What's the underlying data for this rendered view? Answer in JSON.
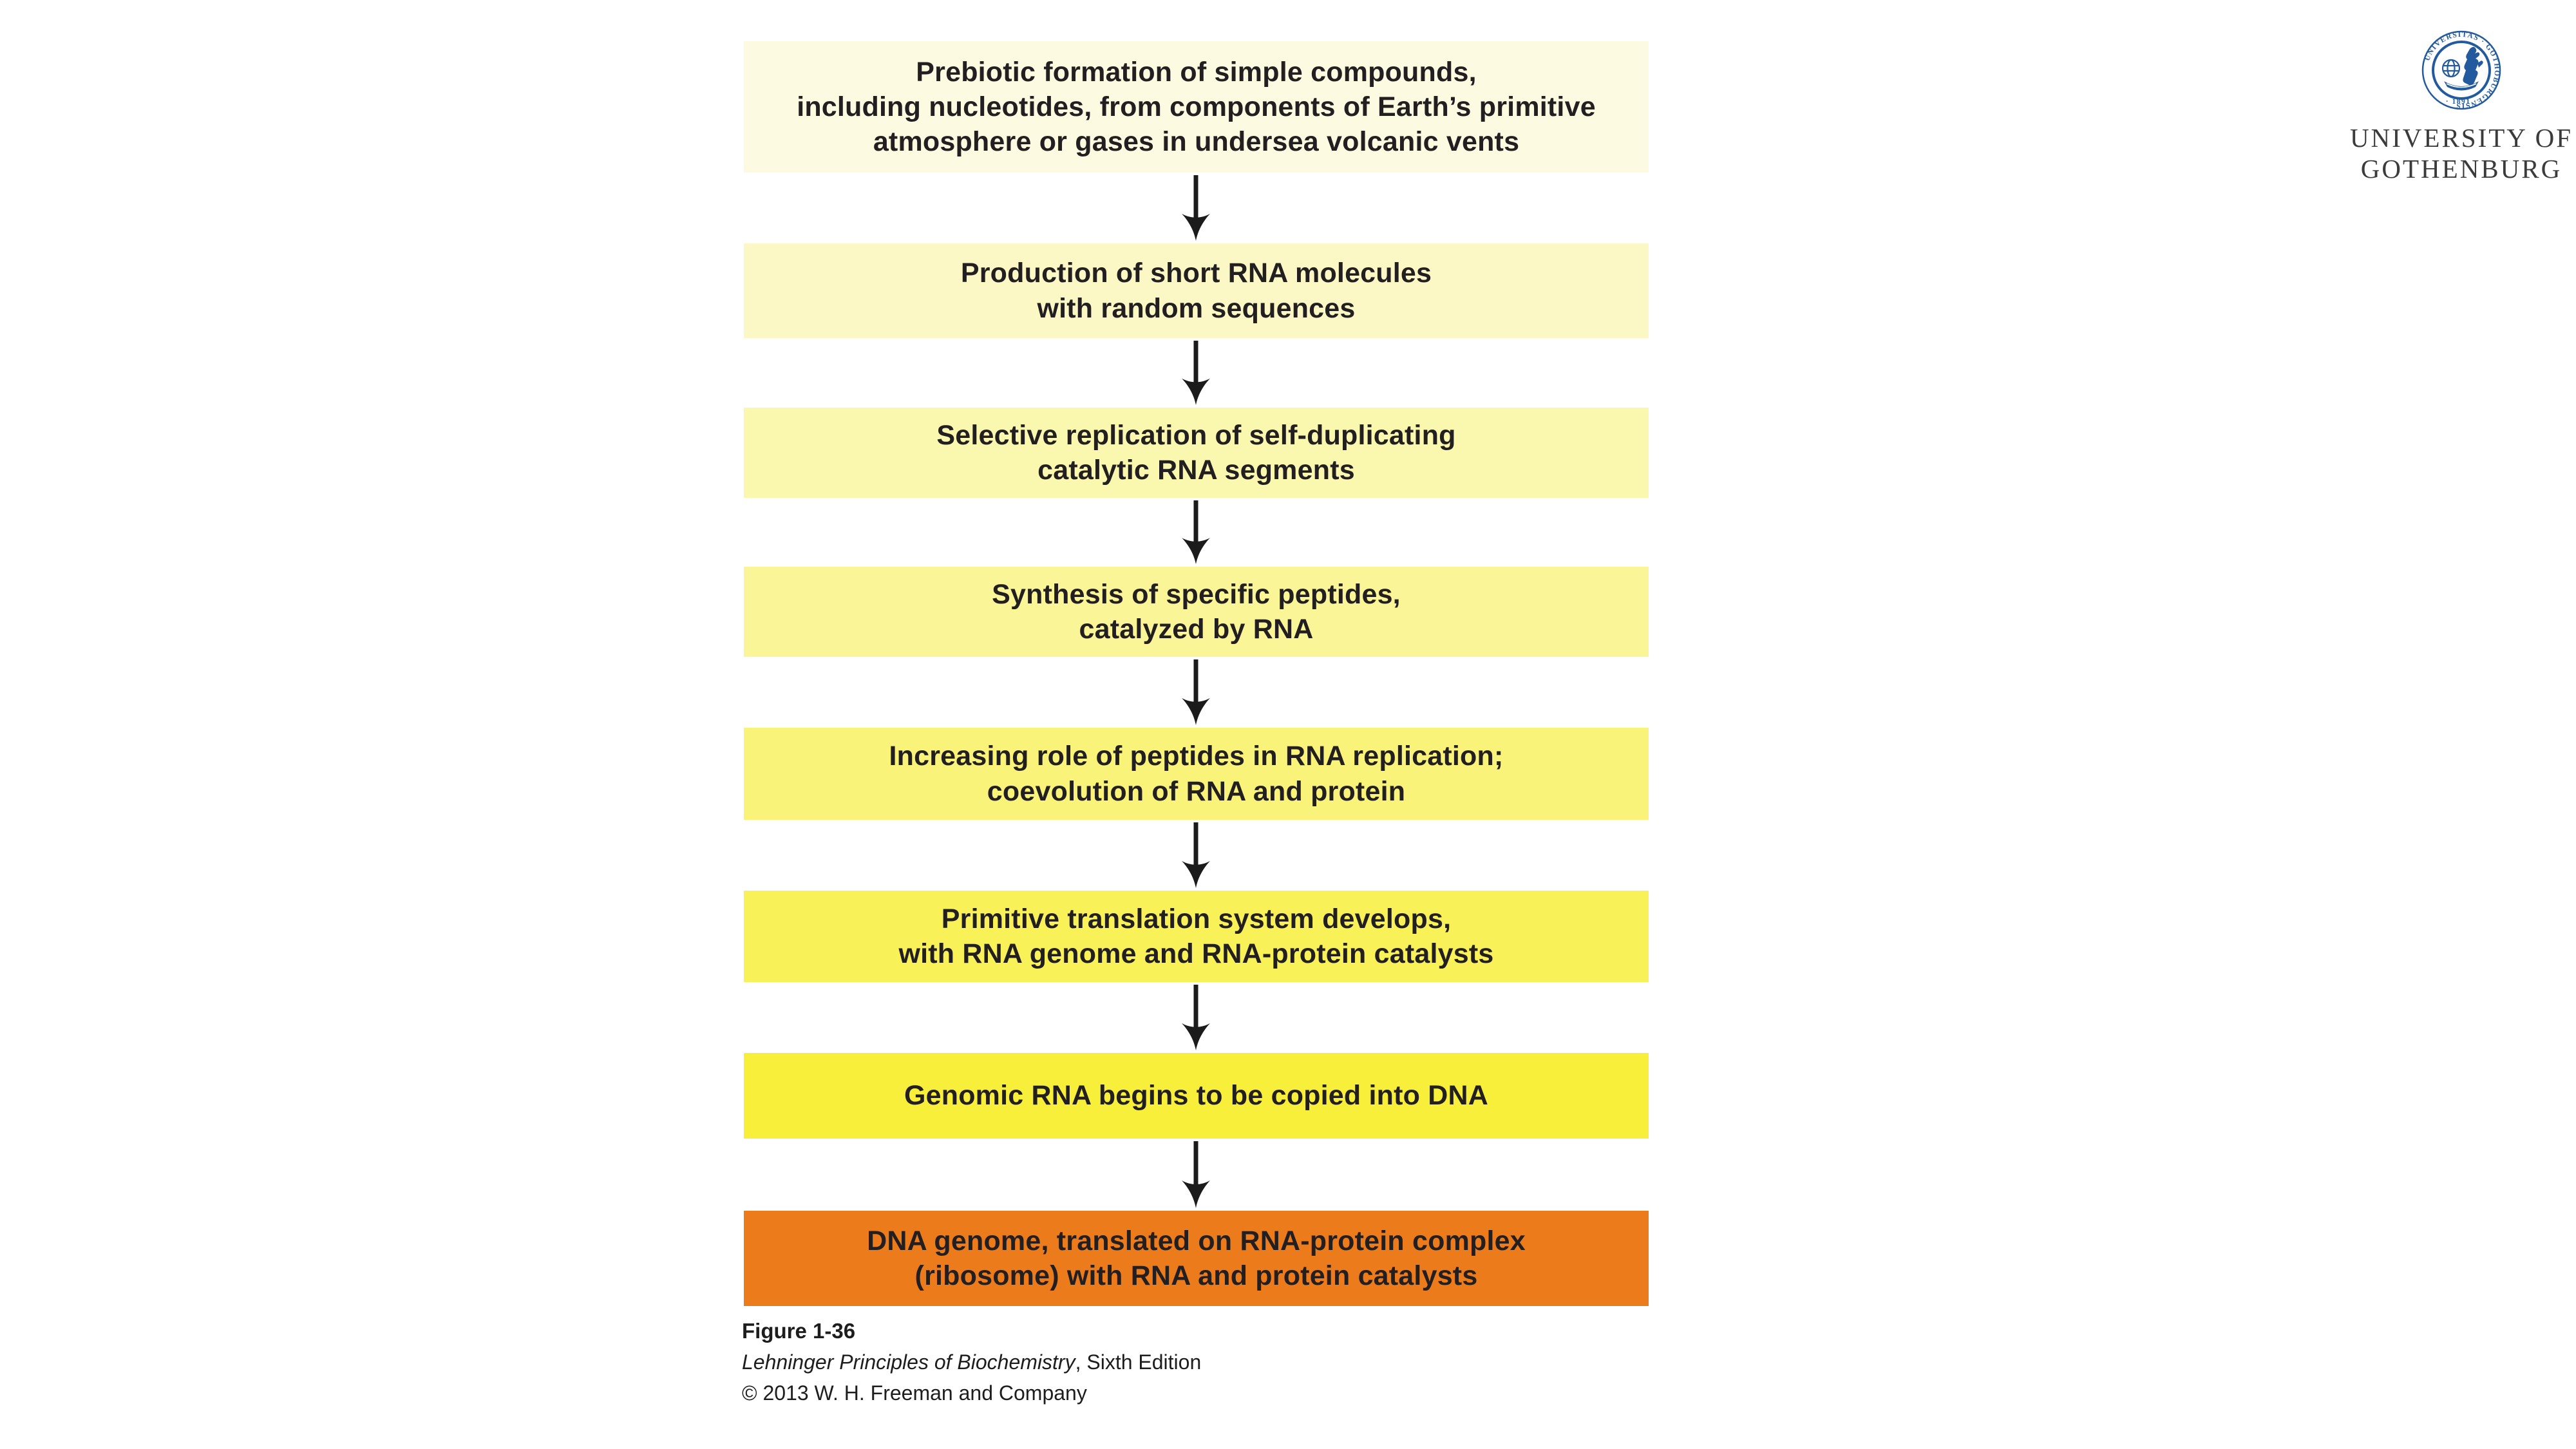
{
  "figure": {
    "text_color": "#231f20",
    "arrow_color": "#1b1b1b",
    "steps": [
      {
        "label": "Prebiotic formation of simple compounds,\nincluding nucleotides, from components of Earth’s primitive\natmosphere or gases in undersea volcanic vents",
        "color": "#FCFBE2"
      },
      {
        "label": "Production of short RNA molecules\nwith random sequences",
        "color": "#FBF8C6"
      },
      {
        "label": "Selective replication of self-duplicating\ncatalytic RNA segments",
        "color": "#FAF7AE"
      },
      {
        "label": "Synthesis of specific peptides,\ncatalyzed by RNA",
        "color": "#FAF596"
      },
      {
        "label": "Increasing role of peptides in RNA replication;\ncoevolution of RNA and protein",
        "color": "#F9F379"
      },
      {
        "label": "Primitive translation system develops,\nwith RNA genome and RNA-protein catalysts",
        "color": "#F8F158"
      },
      {
        "label": "Genomic RNA begins to be copied into DNA",
        "color": "#F7EF39"
      },
      {
        "label": "DNA genome, translated on RNA-protein complex\n(ribosome) with RNA and protein catalysts",
        "color": "#EC7B1C"
      }
    ]
  },
  "caption": {
    "figure_label": "Figure 1-36",
    "book_title": "Lehninger Principles of Biochemistry",
    "edition": ", Sixth Edition",
    "copyright": "© 2013 W. H. Freeman and Company"
  },
  "logo": {
    "wordmark_line1": "UNIVERSITY OF",
    "wordmark_line2": "GOTHENBURG",
    "wordmark_color": "#3b3b3c",
    "seal_color": "#235A9E",
    "seal_ring_text": "UNIVERSITAS · GOTHOBURGENSIS",
    "seal_year": "· 1891 ·"
  }
}
